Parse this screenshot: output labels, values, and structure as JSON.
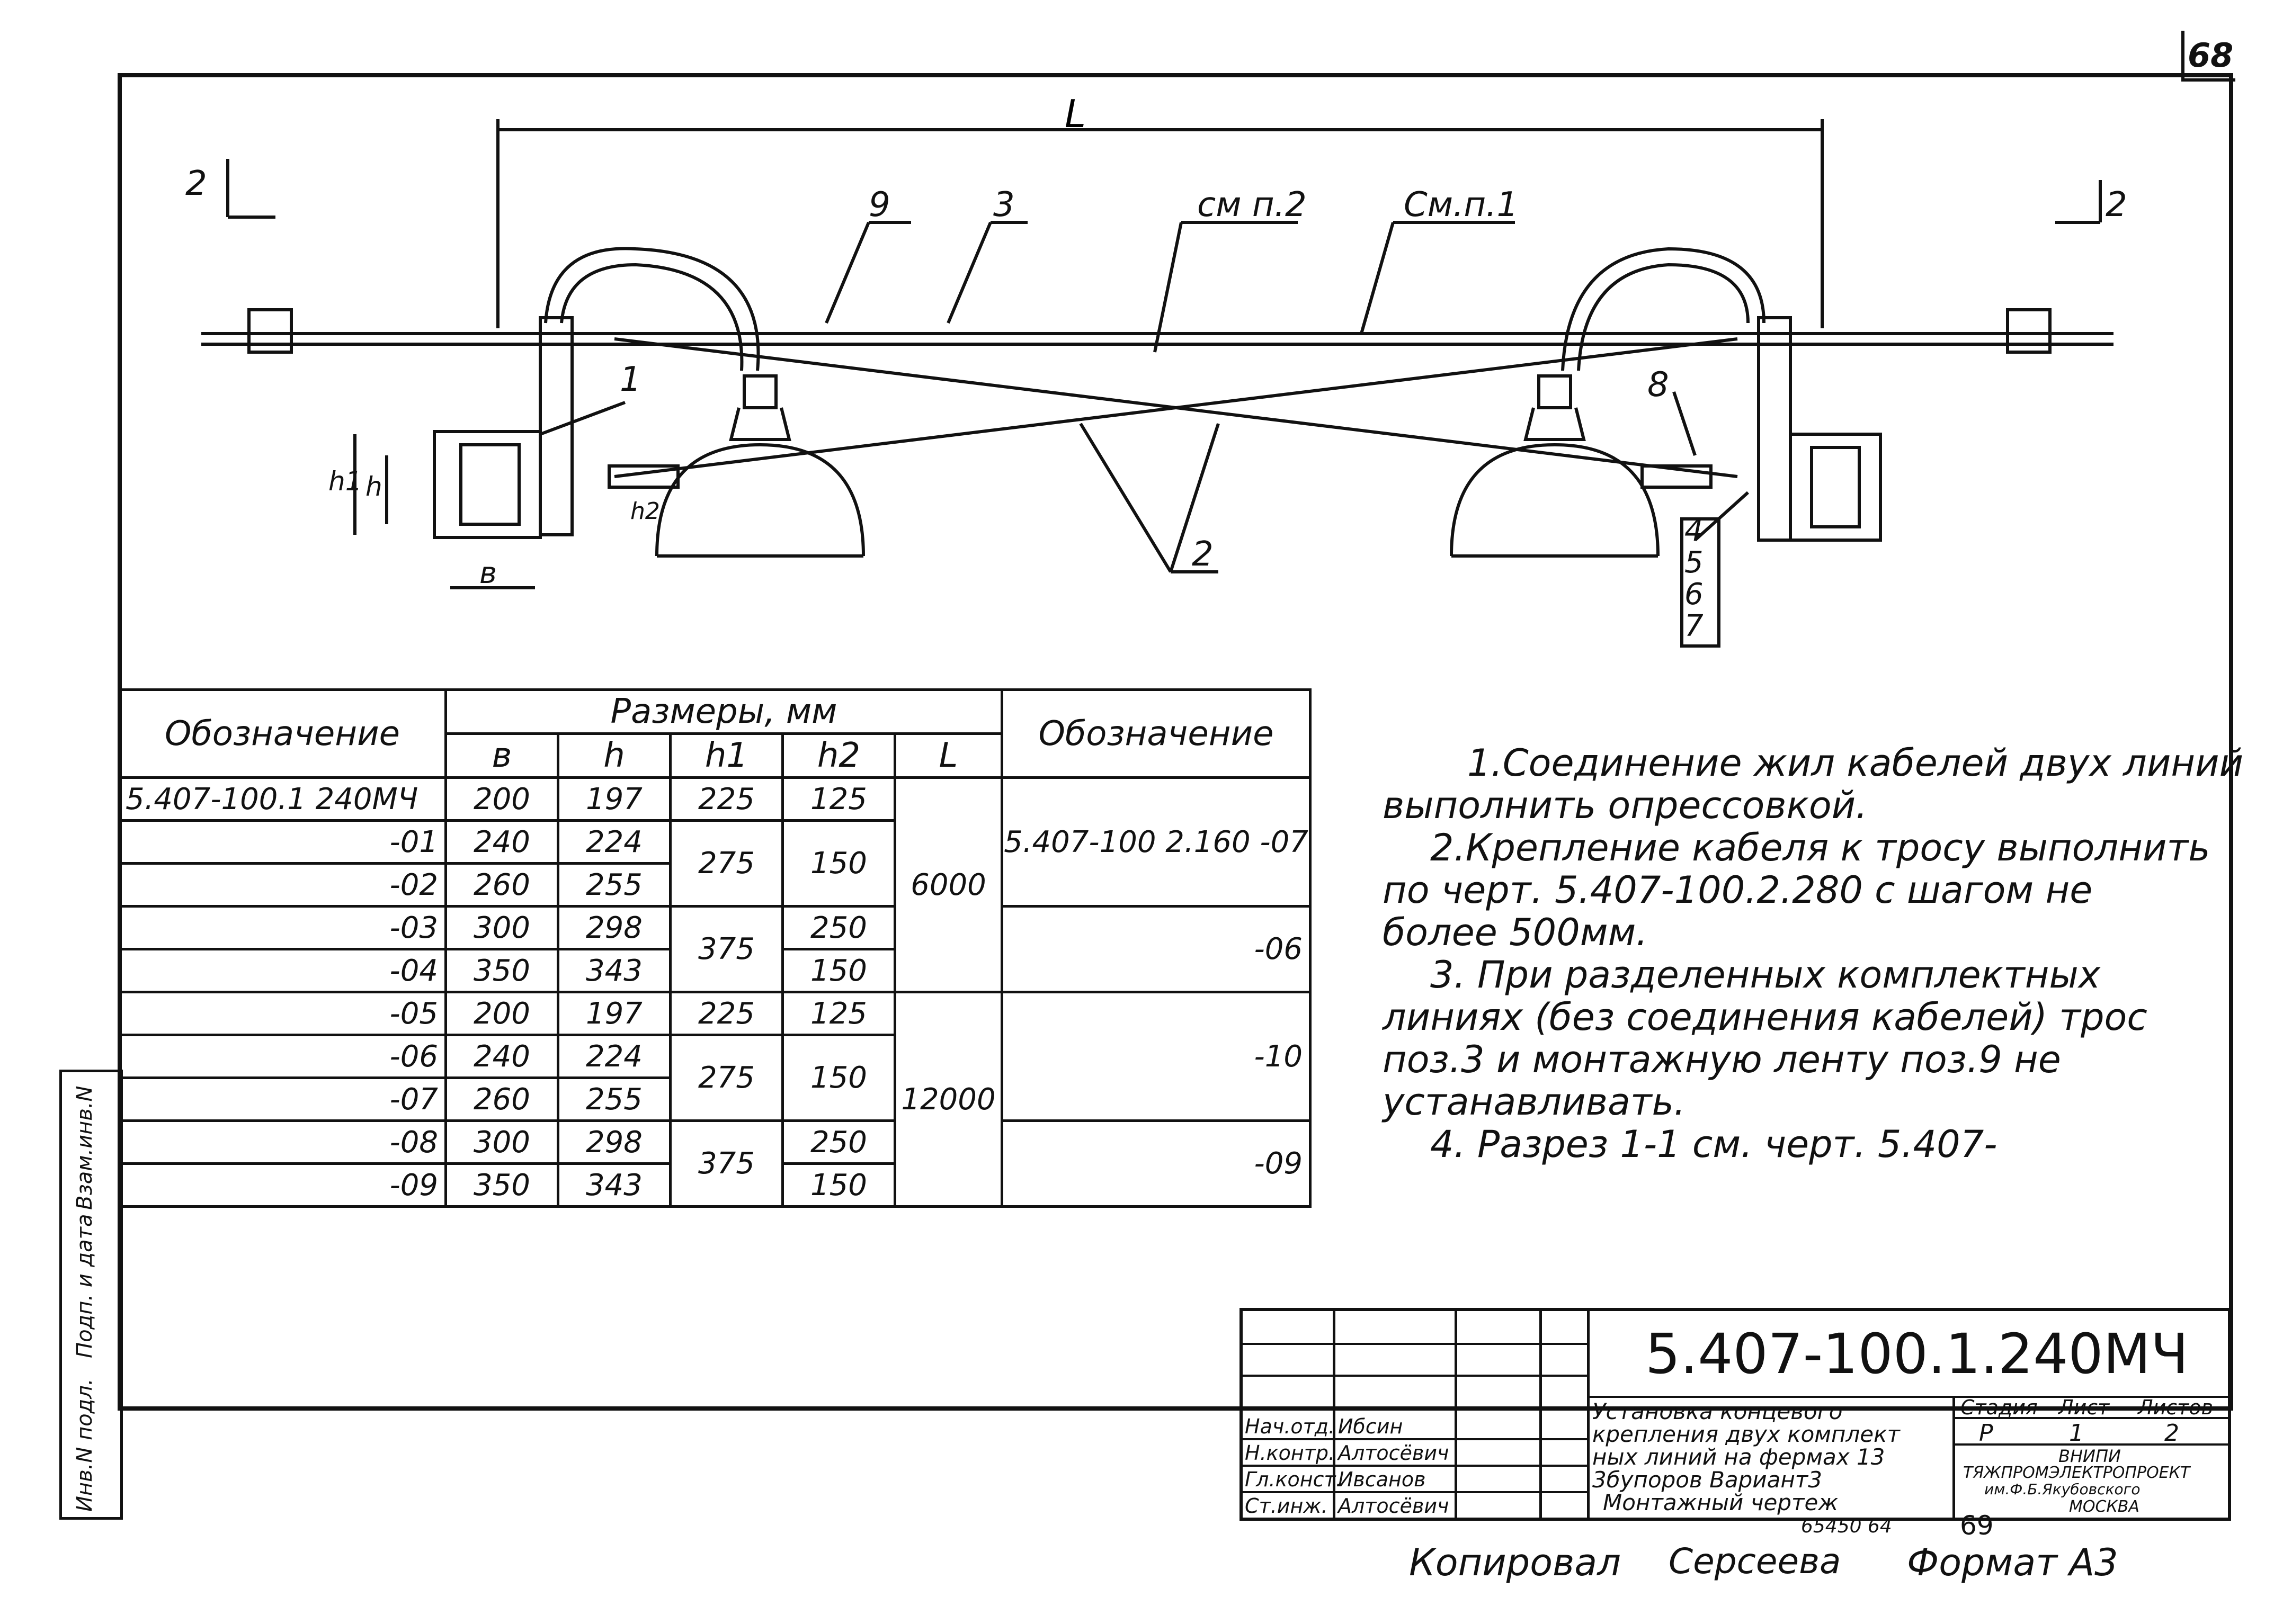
{
  "page_number": "68",
  "drawing": {
    "dim_L": "L",
    "section_left": "2",
    "section_right": "2",
    "callouts": [
      "9",
      "3",
      "см п.2",
      "См.п.1",
      "1",
      "8",
      "2",
      "4",
      "5",
      "6",
      "7"
    ],
    "dims": {
      "h1": "h1",
      "h": "h",
      "h2": "h2",
      "b": "в"
    }
  },
  "table": {
    "col_designation": "Обозначение",
    "sizes_header": "Размеры, мм",
    "col_b": "в",
    "col_h": "h",
    "col_h1": "h1",
    "col_h2": "h2",
    "col_L": "L",
    "col_designation2": "Обозначение",
    "rows": [
      {
        "des": "5.407-100.1 240МЧ",
        "b": "200",
        "h": "197",
        "h1": "225",
        "h2": "125"
      },
      {
        "des": "-01",
        "b": "240",
        "h": "224"
      },
      {
        "des": "-02",
        "b": "260",
        "h": "255"
      },
      {
        "des": "-03",
        "b": "300",
        "h": "298"
      },
      {
        "des": "-04",
        "b": "350",
        "h": "343"
      },
      {
        "des": "-05",
        "b": "200",
        "h": "197",
        "h1": "225",
        "h2": "125"
      },
      {
        "des": "-06",
        "b": "240",
        "h": "224"
      },
      {
        "des": "-07",
        "b": "260",
        "h": "255"
      },
      {
        "des": "-08",
        "b": "300",
        "h": "298"
      },
      {
        "des": "-09",
        "b": "350",
        "h": "343"
      }
    ],
    "merged": {
      "h1_a": "275",
      "h2_a": "150",
      "h2_b1": "250",
      "h1_b": "375",
      "h2_b2": "150",
      "h1_c": "275",
      "h2_c": "150",
      "h2_d1": "250",
      "h1_d": "375",
      "h2_d2": "150",
      "L1": "6000",
      "L2": "12000",
      "d1": "5.407-100 2.160 -07",
      "d2": "-06",
      "d3": "-10",
      "d4": "-09"
    }
  },
  "notes": [
    "1.Соединение жил кабелей двух линий",
    "выполнить опрессовкой.",
    "2.Крепление кабеля к тросу выполнить",
    "по черт. 5.407-100.2.280  с шагом не",
    "более 500мм.",
    "3. При разделенных комплектных",
    "линиях (без соединения  кабелей) трос",
    "поз.3 и монтажную ленту поз.9 не",
    "устанавливать.",
    "4. Разрез 1-1 см. черт. 5.407-"
  ],
  "title_block": {
    "code": "5.407-100.1.240МЧ",
    "title_lines": [
      "Установка концевого",
      "крепления двух комплект",
      "ных линий на фермах 13",
      "3бупоров Вариант3",
      "Монтажный чертеж"
    ],
    "stage_label": "Стадия",
    "sheet_label": "Лист",
    "sheets_label": "Листов",
    "stage": "Р",
    "sheet": "1",
    "sheets": "2",
    "org": [
      "ВНИПИ",
      "ТЯЖПРОМЭЛЕКТРОПРОЕКТ",
      "им.Ф.Б.Якубовского",
      "МОСКВА"
    ],
    "roles": [
      "Нач.отд.",
      "Н.контр.",
      "Гл.конст.",
      "Ст.инж."
    ],
    "names": [
      "Ибсин",
      "Алтосёвич",
      "Ивсанов",
      "Алтосёвич"
    ],
    "extra": "65450 64",
    "copy_num": "69"
  },
  "side_stamp": [
    "Инв.N подл.",
    "Подп. и дата",
    "Взам.инв.N"
  ],
  "footer": {
    "copied": "Копировал",
    "copier": "Серсеева",
    "format": "Формат А3"
  }
}
